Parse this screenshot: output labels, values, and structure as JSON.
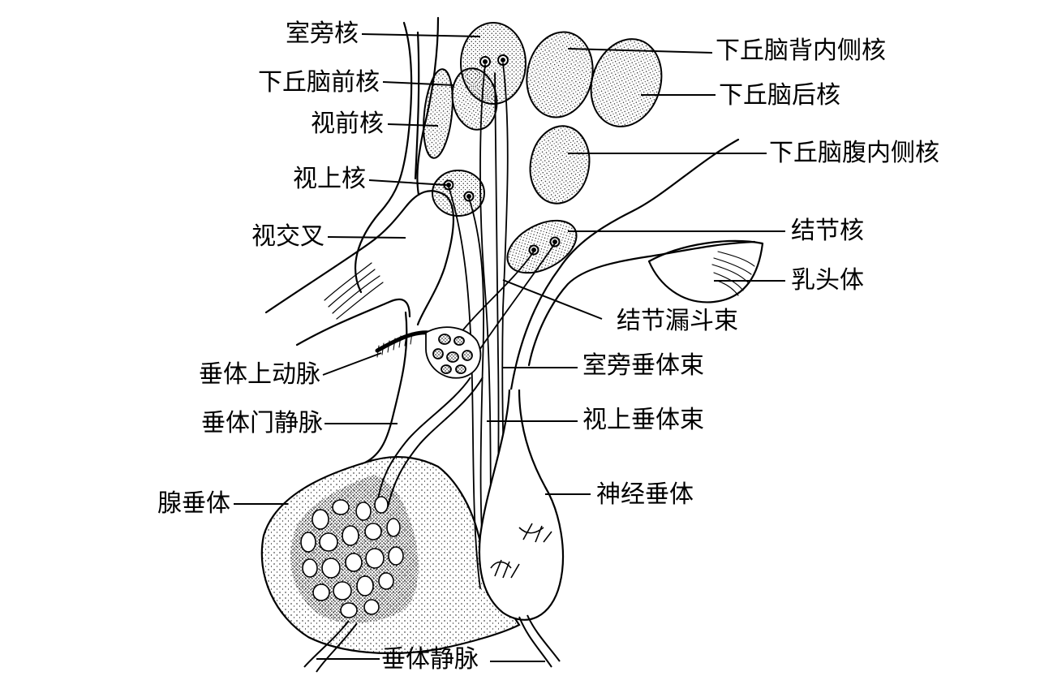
{
  "labels": {
    "paraventricular_nucleus": "室旁核",
    "anterior_hypothalamic_nucleus": "下丘脑前核",
    "preoptic_nucleus": "视前核",
    "supraoptic_nucleus": "视上核",
    "optic_chiasm": "视交叉",
    "superior_hypophyseal_artery": "垂体上动脉",
    "hypophyseal_portal_vein": "垂体门静脉",
    "adenohypophysis": "腺垂体",
    "hypophyseal_vein": "垂体静脉",
    "dorsomedial_nucleus": "下丘脑背内侧核",
    "posterior_hypothalamic_nucleus": "下丘脑后核",
    "ventromedial_nucleus": "下丘脑腹内侧核",
    "tuberal_nucleus": "结节核",
    "mammillary_body": "乳头体",
    "tuberoinfundibular_tract": "结节漏斗束",
    "paraventriculohypophyseal_tract": "室旁垂体束",
    "supraopticohypophyseal_tract": "视上垂体束",
    "neurohypophysis": "神经垂体"
  },
  "colors": {
    "ink": "#000000",
    "paper": "#ffffff",
    "stipple": "#000000"
  }
}
